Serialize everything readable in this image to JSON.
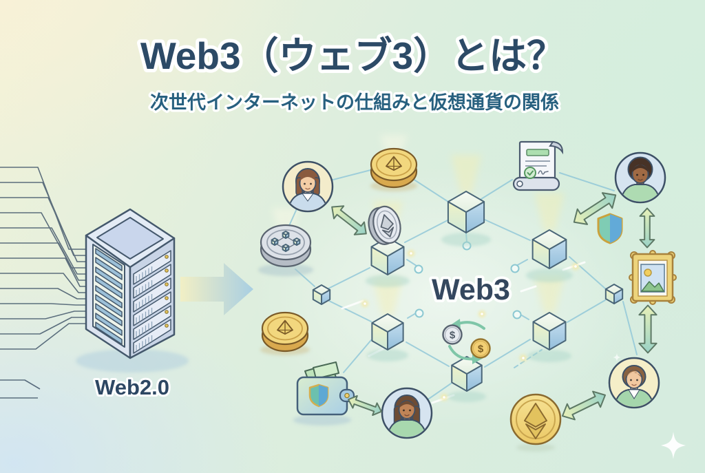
{
  "title": "Web3（ウェブ3）とは？",
  "subtitle": "次世代インターネットの仕組みと仮想通貨の関係",
  "labels": {
    "web2": "Web2.0",
    "web3": "Web3"
  },
  "exchange_icon": {
    "left_coin_symbol": "$",
    "right_coin_symbol": "$"
  },
  "illustration": {
    "left_side": {
      "icon": "server-tower-icon",
      "motif": "many-lines-converging-to-central-server",
      "caption": "Web2.0"
    },
    "transition": {
      "icon": "right-arrow-icon"
    },
    "network_side": {
      "caption": "Web3",
      "node_icon": "blockchain-cube-icon",
      "node_count": 8,
      "surrounding_icons": [
        "female-avatar-icon",
        "gold-ethereum-coin-icon",
        "network-token-coin-icon",
        "silver-ethereum-coin-icon",
        "smart-contract-icon",
        "male-avatar-icon",
        "security-shield-icon",
        "nft-artwork-frame-icon",
        "wallet-icon",
        "currency-exchange-icon",
        "double-headed-arrow-icon",
        "sparkle-icon"
      ]
    }
  },
  "colors": {
    "title_text": "#2c4a66",
    "subtitle_text": "#27607f",
    "label_text": "#2d4763",
    "background_cream": "#f8f1da",
    "background_mint": "#d7eedd",
    "background_blue": "#d9e8f3",
    "cube_blue": "#9fc6de",
    "cube_green": "#d8ecd0",
    "coin_gold": "#f2d77e",
    "coin_silver": "#dde2e8",
    "arrow_gradient_start": "#e7f0b8",
    "arrow_gradient_end": "#9ad2c6",
    "connection_line": "#8ec6d8"
  }
}
